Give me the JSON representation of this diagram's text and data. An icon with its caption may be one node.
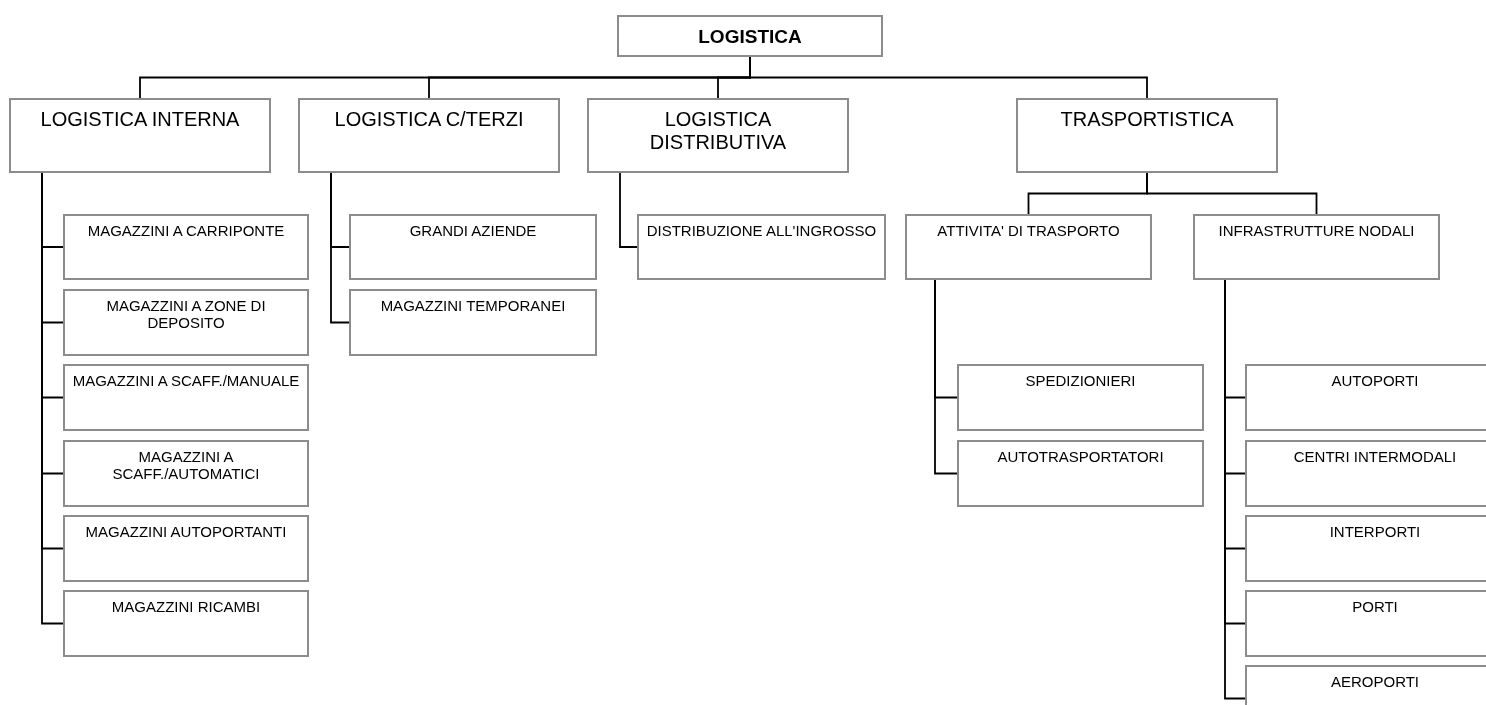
{
  "diagram": {
    "nodes": [
      {
        "text": [
          "LOGISTICA"
        ]
      },
      {
        "text": [
          "LOGISTICA INTERNA"
        ]
      },
      {
        "text": [
          "LOGISTICA C/TERZI"
        ]
      },
      {
        "text": [
          "LOGISTICA DISTRIBUTIVA"
        ]
      },
      {
        "text": [
          "TRASPORTISTICA"
        ]
      },
      {
        "text": [
          "MAGAZZINI A CARRIPONTE"
        ]
      },
      {
        "text": [
          "MAGAZZINI A ZONE DI DEPOSITO"
        ]
      },
      {
        "text": [
          "MAGAZZINI A SCAFF./MANUALE"
        ]
      },
      {
        "text": [
          "MAGAZZINI A SCAFF./AUTOMATICI"
        ]
      },
      {
        "text": [
          "MAGAZZINI AUTOPORTANTI"
        ]
      },
      {
        "text": [
          "MAGAZZINI RICAMBI"
        ]
      },
      {
        "text": [
          "GRANDI AZIENDE"
        ]
      },
      {
        "text": [
          "MAGAZZINI TEMPORANEI"
        ]
      },
      {
        "text": [
          "DISTRIBUZIONE ALL'INGROSSO"
        ]
      },
      {
        "text": [
          "ATTIVITA' DI TRASPORTO"
        ]
      },
      {
        "text": [
          "INFRASTRUTTURE NODALI"
        ]
      },
      {
        "text": [
          "SPEDIZIONIERI"
        ]
      },
      {
        "text": [
          "AUTOTRASPORTATORI"
        ]
      },
      {
        "text": [
          "AUTOPORTI"
        ]
      },
      {
        "text": [
          "CENTRI INTERMODALI"
        ]
      },
      {
        "text": [
          "INTERPORTI"
        ]
      },
      {
        "text": [
          "PORTI"
        ]
      },
      {
        "text": [
          "AEROPORTI"
        ]
      }
    ],
    "edges": [
      {
        "from": 0,
        "to": 1,
        "arrow": "none"
      },
      {
        "from": 0,
        "to": 2,
        "arrow": "none"
      },
      {
        "from": 0,
        "to": 3,
        "arrow": "none"
      },
      {
        "from": 0,
        "to": 4,
        "arrow": "none"
      },
      {
        "from": 1,
        "to": 5,
        "arrow": "none"
      },
      {
        "from": 1,
        "to": 6,
        "arrow": "none"
      },
      {
        "from": 1,
        "to": 7,
        "arrow": "none"
      },
      {
        "from": 1,
        "to": 8,
        "arrow": "none"
      },
      {
        "from": 1,
        "to": 9,
        "arrow": "none"
      },
      {
        "from": 1,
        "to": 10,
        "arrow": "none"
      },
      {
        "from": 2,
        "to": 11,
        "arrow": "none"
      },
      {
        "from": 2,
        "to": 12,
        "arrow": "none"
      },
      {
        "from": 3,
        "to": 13,
        "arrow": "none"
      },
      {
        "from": 4,
        "to": 14,
        "arrow": "none"
      },
      {
        "from": 4,
        "to": 15,
        "arrow": "none"
      },
      {
        "from": 14,
        "to": 16,
        "arrow": "none"
      },
      {
        "from": 14,
        "to": 17,
        "arrow": "none"
      },
      {
        "from": 15,
        "to": 18,
        "arrow": "none"
      },
      {
        "from": 15,
        "to": 19,
        "arrow": "none"
      },
      {
        "from": 15,
        "to": 20,
        "arrow": "none"
      },
      {
        "from": 15,
        "to": 21,
        "arrow": "none"
      },
      {
        "from": 15,
        "to": 22,
        "arrow": "none"
      }
    ]
  }
}
